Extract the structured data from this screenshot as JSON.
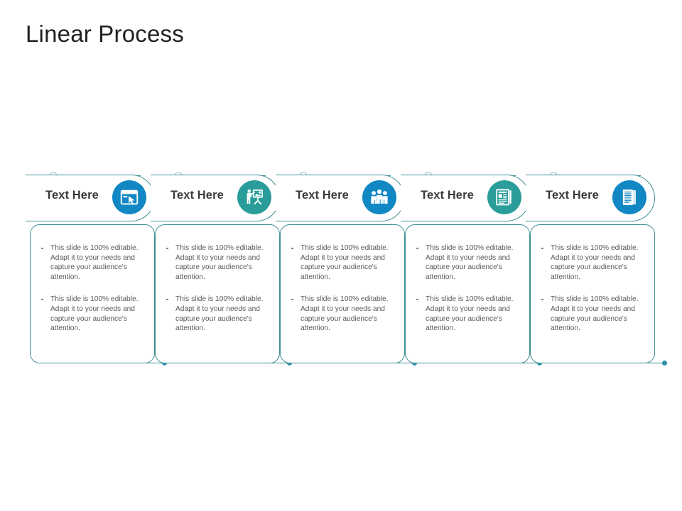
{
  "slide": {
    "title": "Linear Process",
    "background_color": "#ffffff",
    "accent_blue": "#1187C4",
    "accent_teal": "#2A9D9A",
    "outline_color": "#3f8e92",
    "title_color": "#231f20",
    "body_text_color": "#58595b"
  },
  "steps": [
    {
      "label": "Text Here",
      "icon": "browser-window-cursor-icon",
      "icon_color": "#1187C4",
      "bullets": [
        "This slide is 100% editable. Adapt it to your needs and capture your audience's attention.",
        "This slide is 100% editable. Adapt it to your needs and capture your audience's attention."
      ]
    },
    {
      "label": "Text Here",
      "icon": "presenter-whiteboard-icon",
      "icon_color": "#2A9D9A",
      "bullets": [
        "This slide is 100% editable. Adapt it to your needs and capture your audience's attention.",
        "This slide is 100% editable. Adapt it to your needs and capture your audience's attention."
      ]
    },
    {
      "label": "Text Here",
      "icon": "three-people-team-icon",
      "icon_color": "#1187C4",
      "bullets": [
        "This slide is 100% editable. Adapt it to your needs and capture your audience's attention.",
        "This slide is 100% editable. Adapt it to your needs and capture your audience's attention."
      ]
    },
    {
      "label": "Text Here",
      "icon": "newspaper-article-icon",
      "icon_color": "#2A9D9A",
      "bullets": [
        "This slide is 100% editable. Adapt it to your needs and capture your audience's attention.",
        "This slide is 100% editable. Adapt it to your needs and capture your audience's attention."
      ]
    },
    {
      "label": "Text Here",
      "icon": "document-pages-icon",
      "icon_color": "#1187C4",
      "bullets": [
        "This slide is 100% editable. Adapt it to your needs and capture your audience's attention.",
        "This slide is 100% editable. Adapt it to your needs and capture your audience's attention."
      ]
    }
  ]
}
